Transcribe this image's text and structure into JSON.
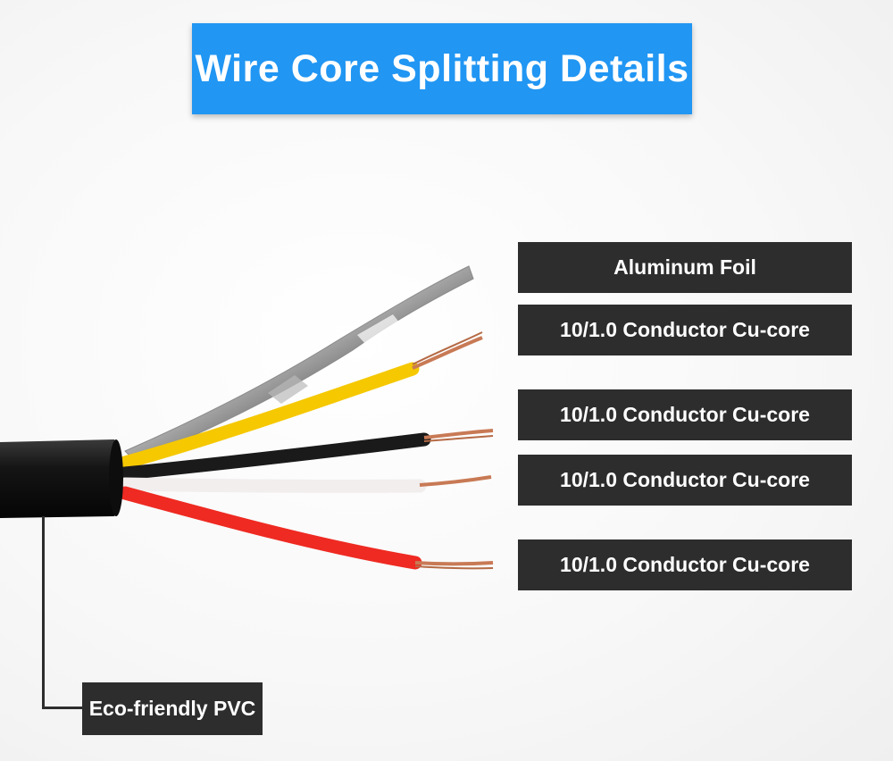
{
  "title": "Wire Core Splitting Details",
  "labels": [
    "Aluminum Foil",
    "10/1.0 Conductor Cu-core",
    "10/1.0 Conductor Cu-core",
    "10/1.0 Conductor Cu-core",
    "10/1.0 Conductor Cu-core"
  ],
  "sheath_label": "Eco-friendly PVC",
  "colors": {
    "banner": "#2196f3",
    "label_bg": "#2d2d2d",
    "wire_yellow": "#f5c800",
    "wire_black": "#1a1a1a",
    "wire_white": "#f2eeee",
    "wire_red": "#ee2a22",
    "copper": "#c87a55",
    "foil": "#c9c9c9"
  }
}
